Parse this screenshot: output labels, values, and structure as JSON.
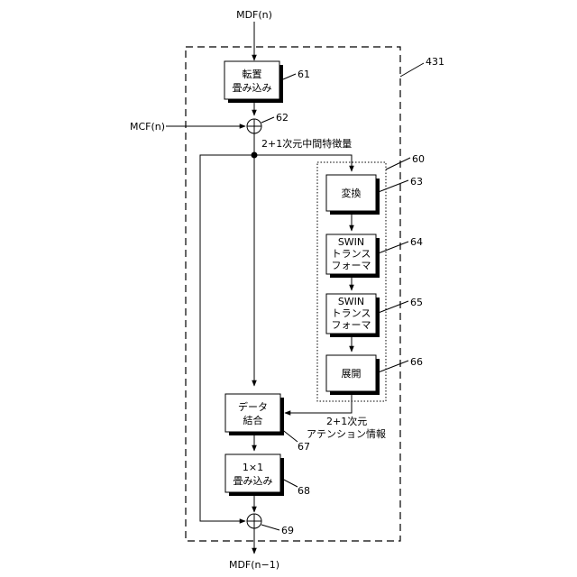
{
  "input_label": "MDF(n)",
  "output_label": "MDF(n−1)",
  "mcf_label": "MCF(n)",
  "block_ref": "431",
  "group_ref": "60",
  "intermediate_label": "2+1次元中間特徴量",
  "attention_label_1": "2+1次元",
  "attention_label_2": "アテンション情報",
  "adder_top_ref": "62",
  "adder_bottom_ref": "69",
  "blocks": {
    "conv_transpose": {
      "line1": "転置",
      "line2": "畳み込み",
      "ref": "61"
    },
    "transform": {
      "line1": "変換",
      "ref": "63"
    },
    "swin1": {
      "line1": "SWIN",
      "line2": "トランス",
      "line3": "フォーマ",
      "ref": "64"
    },
    "swin2": {
      "line1": "SWIN",
      "line2": "トランス",
      "line3": "フォーマ",
      "ref": "65"
    },
    "expand": {
      "line1": "展開",
      "ref": "66"
    },
    "concat": {
      "line1": "データ",
      "line2": "結合",
      "ref": "67"
    },
    "conv1x1": {
      "line1": "1×1",
      "line2": "畳み込み",
      "ref": "68"
    }
  }
}
